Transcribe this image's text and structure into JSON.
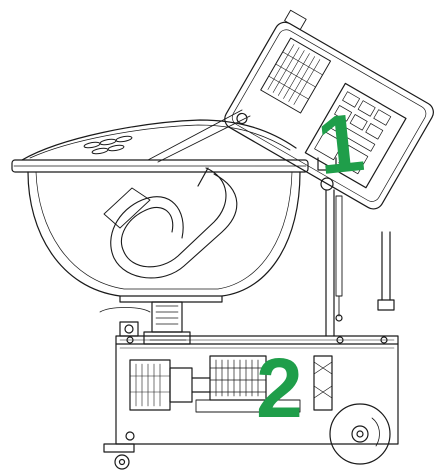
{
  "diagram": {
    "callouts": [
      {
        "id": "1",
        "label": "1",
        "color": "#1f9e4a",
        "refers_to": "tilting-control-box"
      },
      {
        "id": "2",
        "label": "2",
        "color": "#1f9e4a",
        "refers_to": "base-drive-unit"
      }
    ],
    "line_color": "#1a1a1a"
  }
}
